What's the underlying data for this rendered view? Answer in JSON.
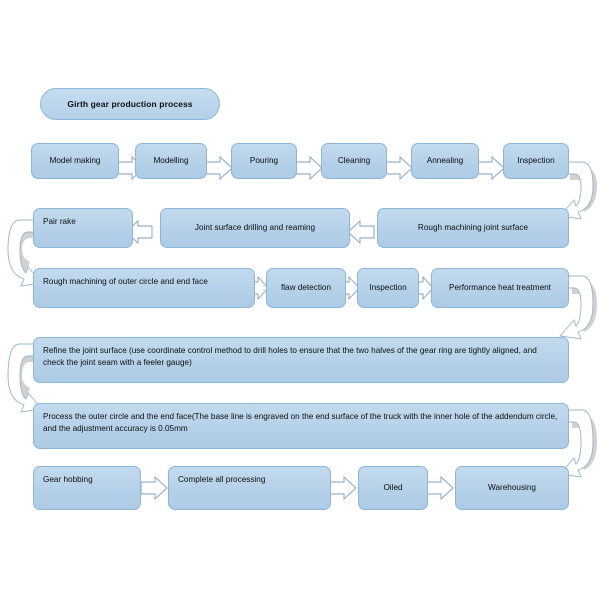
{
  "diagram": {
    "title": "Girth gear production process",
    "background_color": "#ffffff",
    "node_fill_color": "#b5d1e9",
    "node_border_color": "#8db6d6",
    "arrow_fill_color": "#ffffff",
    "arrow_border_color": "#7d9fbe",
    "flow_direction": "serpentine",
    "rows": [
      {
        "index": 1,
        "direction": "left-to-right",
        "nodes": [
          {
            "label": "Model making"
          },
          {
            "label": "Modelling"
          },
          {
            "label": "Pouring"
          },
          {
            "label": "Cleaning"
          },
          {
            "label": "Annealing"
          },
          {
            "label": "Inspection"
          }
        ]
      },
      {
        "index": 2,
        "direction": "right-to-left",
        "nodes": [
          {
            "label": "Pair rake"
          },
          {
            "label": "Joint surface drilling and reaming"
          },
          {
            "label": "Rough machining joint surface"
          }
        ]
      },
      {
        "index": 3,
        "direction": "left-to-right",
        "nodes": [
          {
            "label": "Rough machining of outer circle and end face"
          },
          {
            "label": "flaw detection"
          },
          {
            "label": "Inspection"
          },
          {
            "label": "Performance heat treatment"
          }
        ]
      },
      {
        "index": 4,
        "direction": "single",
        "nodes": [
          {
            "label": "Refine the joint surface (use coordinate control method to drill holes to ensure that the two halves of the gear ring are tightly aligned, and check the joint seam with a feeler gauge)"
          }
        ]
      },
      {
        "index": 5,
        "direction": "single",
        "nodes": [
          {
            "label": "Process the outer circle and the end face(The base line is engraved on the end surface of the truck with the inner hole of the addendum circle, and the adjustment accuracy is 0.05mm"
          }
        ]
      },
      {
        "index": 6,
        "direction": "left-to-right",
        "nodes": [
          {
            "label": "Gear hobbing"
          },
          {
            "label": "Complete all processing"
          },
          {
            "label": "Oiled"
          },
          {
            "label": "Warehousing"
          }
        ]
      }
    ],
    "connectors": [
      {
        "name": "row1-to-row2",
        "type": "u-turn",
        "side": "right"
      },
      {
        "name": "row2-to-row3",
        "type": "u-turn",
        "side": "left"
      },
      {
        "name": "row3-to-row4",
        "type": "u-turn",
        "side": "right"
      },
      {
        "name": "row4-to-row5",
        "type": "u-turn",
        "side": "left"
      },
      {
        "name": "row5-to-row6",
        "type": "u-turn",
        "side": "right"
      }
    ]
  }
}
